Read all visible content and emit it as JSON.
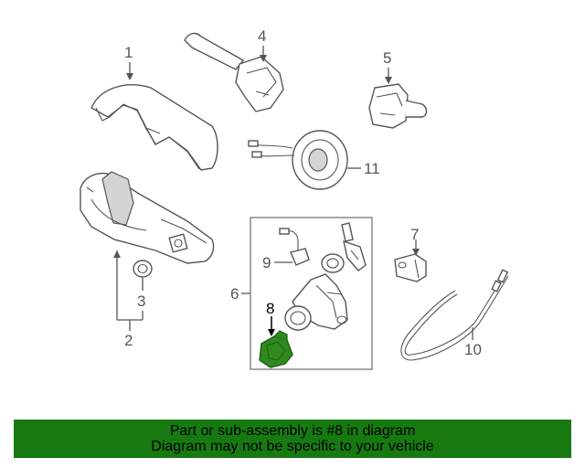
{
  "callouts": {
    "c1": "1",
    "c2": "2",
    "c3": "3",
    "c4": "4",
    "c5": "5",
    "c6": "6",
    "c7": "7",
    "c8": "8",
    "c9": "9",
    "c10": "10",
    "c11": "11"
  },
  "highlighted_part": "8",
  "colors": {
    "highlight_green": "#167a11",
    "part_highlight": "#2f8a1e",
    "line_gray": "#555555"
  },
  "banner": {
    "line1": "Part or sub-assembly is #8 in diagram",
    "line2": "Diagram may not be specific to your vehicle"
  }
}
